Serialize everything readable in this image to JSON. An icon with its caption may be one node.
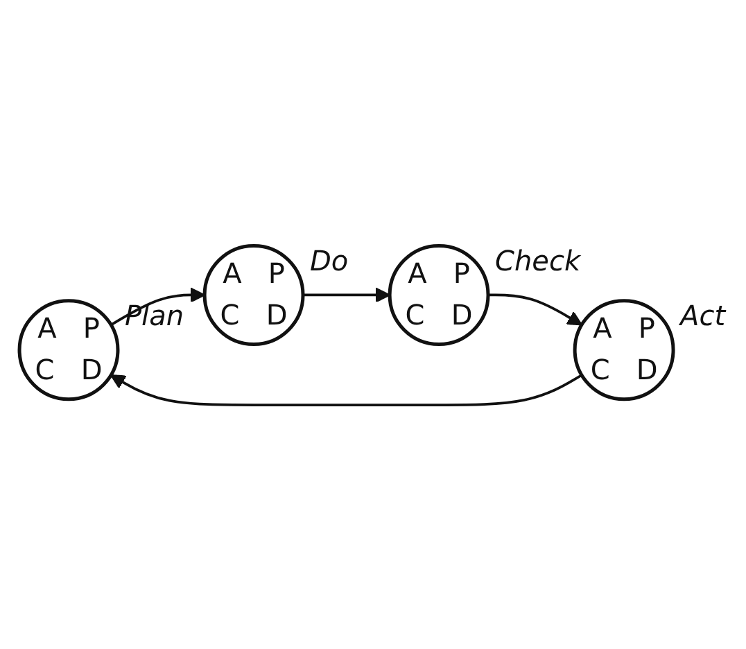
{
  "diagram": {
    "nodes": [
      {
        "text": [
          "A",
          "P",
          "C",
          "D"
        ],
        "beside": [
          "Plan"
        ]
      },
      {
        "text": [
          "A",
          "P",
          "C",
          "D"
        ],
        "beside": [
          "Act"
        ]
      },
      {
        "text": [
          "A",
          "P",
          "C",
          "D"
        ],
        "beside": [
          "Do"
        ]
      },
      {
        "text": [
          "A",
          "P",
          "C",
          "D"
        ],
        "beside": [
          "Check"
        ]
      }
    ],
    "edges": [
      {
        "from": 0,
        "to": 2,
        "arrow": "to"
      },
      {
        "from": 2,
        "to": 3,
        "arrow": "to"
      },
      {
        "from": 3,
        "to": 1,
        "arrow": "to"
      },
      {
        "from": 1,
        "to": 0,
        "arrow": "to"
      }
    ]
  }
}
